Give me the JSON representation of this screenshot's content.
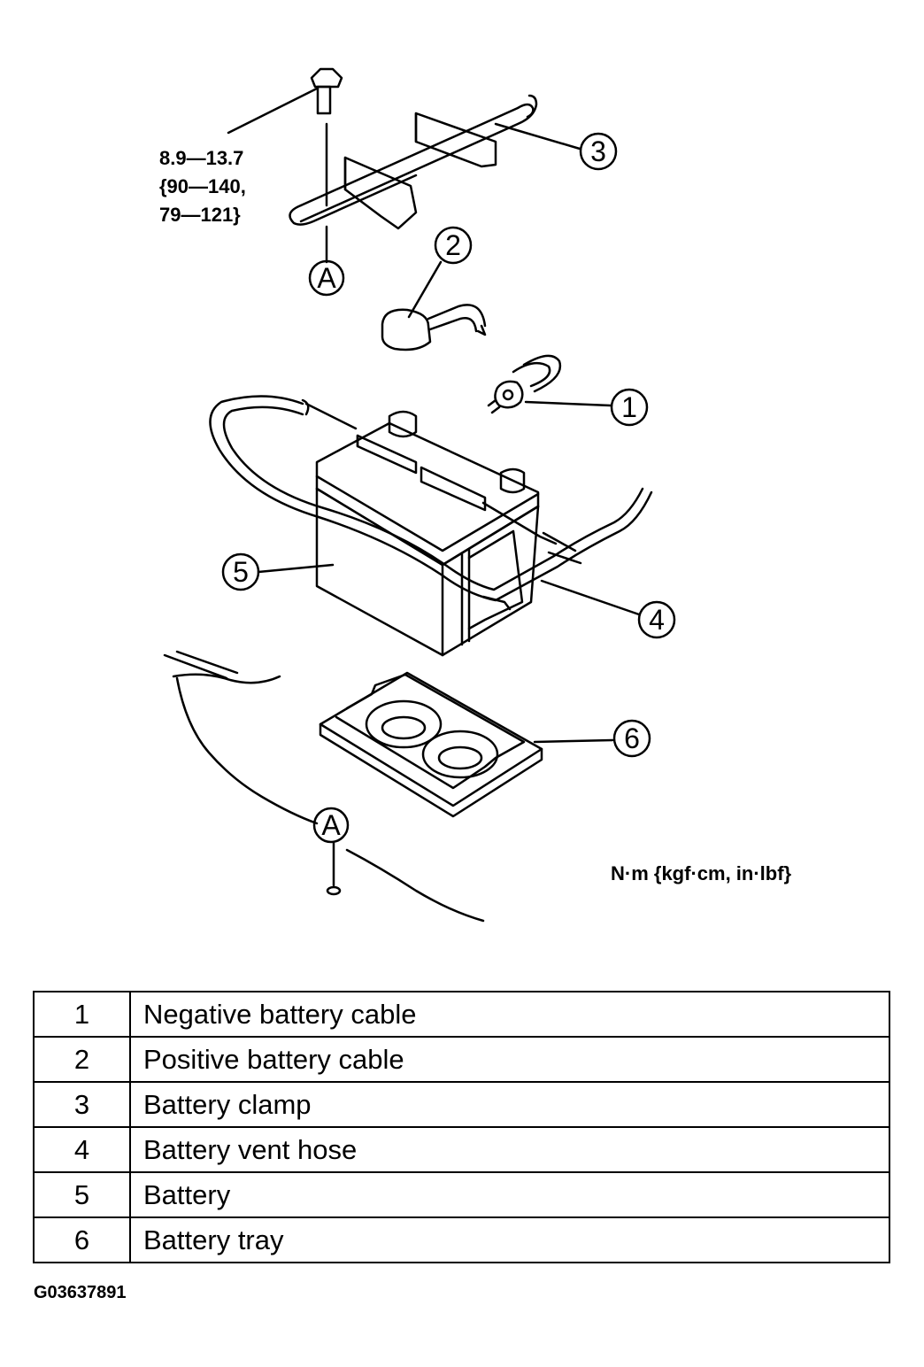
{
  "torque_spec": {
    "line1": "8.9—13.7",
    "line2": "{90—140,",
    "line3": "79—121}"
  },
  "units_note": "N·m {kgf·cm, in·lbf}",
  "callouts": {
    "c1": "1",
    "c2": "2",
    "c3": "3",
    "c4": "4",
    "c5": "5",
    "c6": "6",
    "ref_a_top": "A",
    "ref_a_bottom": "A"
  },
  "parts": [
    {
      "num": "1",
      "name": "Negative battery cable"
    },
    {
      "num": "2",
      "name": "Positive battery cable"
    },
    {
      "num": "3",
      "name": "Battery clamp"
    },
    {
      "num": "4",
      "name": "Battery vent hose"
    },
    {
      "num": "5",
      "name": "Battery"
    },
    {
      "num": "6",
      "name": "Battery tray"
    }
  ],
  "figure_id": "G03637891"
}
